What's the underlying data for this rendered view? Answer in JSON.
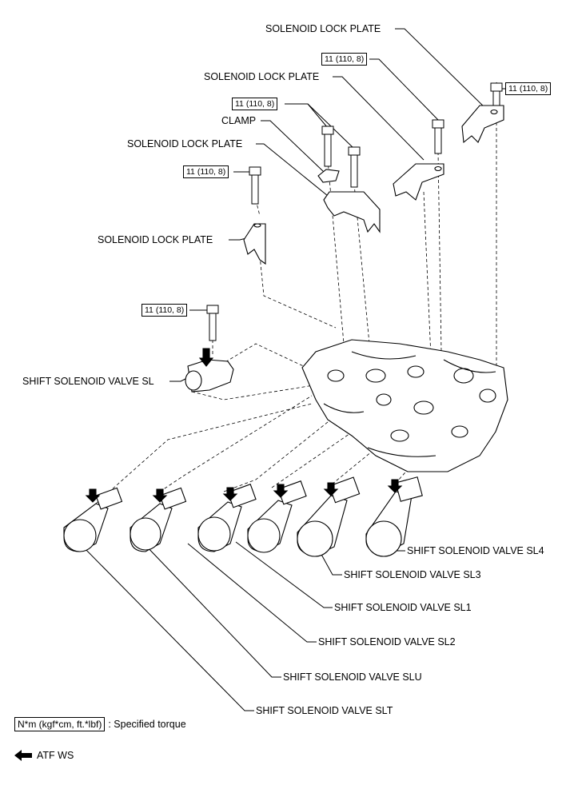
{
  "labels": {
    "lock_plate_top": "SOLENOID LOCK PLATE",
    "lock_plate_2": "SOLENOID LOCK PLATE",
    "clamp": "CLAMP",
    "lock_plate_3": "SOLENOID LOCK PLATE",
    "lock_plate_4": "SOLENOID LOCK PLATE",
    "valve_sl": "SHIFT SOLENOID VALVE SL",
    "valve_sl4": "SHIFT SOLENOID VALVE SL4",
    "valve_sl3": "SHIFT SOLENOID VALVE SL3",
    "valve_sl1": "SHIFT SOLENOID VALVE SL1",
    "valve_sl2": "SHIFT SOLENOID VALVE SL2",
    "valve_slu": "SHIFT SOLENOID VALVE SLU",
    "valve_slt": "SHIFT SOLENOID VALVE SLT"
  },
  "torque": {
    "t1": "11 (110, 8)",
    "t2": "11 (110, 8)",
    "t3": "11 (110, 8)",
    "t4": "11 (110, 8)",
    "t5": "11 (110, 8)"
  },
  "legend": {
    "unit_box": "N*m (kgf*cm, ft.*lbf)",
    "unit_text": ": Specified torque",
    "atf_text": "ATF WS"
  }
}
